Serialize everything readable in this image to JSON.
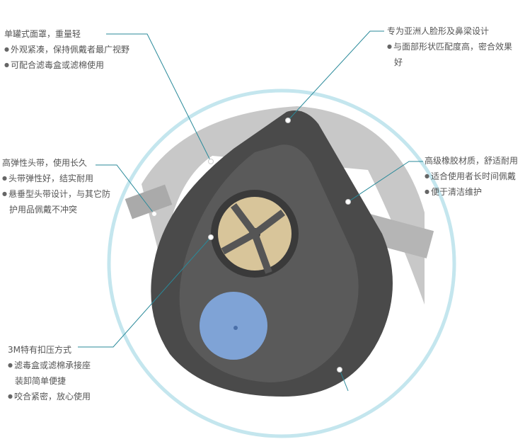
{
  "callouts": {
    "top_left": {
      "title": "单罐式面罩，重量轻",
      "bullets": [
        "外观紧凑，保持佩戴者最广视野",
        "可配合滤毒盒或滤棉使用"
      ]
    },
    "top_right": {
      "title": "专为亚洲人脸形及鼻梁设计",
      "bullets": [
        "与面部形状匹配度高，密合效果",
        "好"
      ]
    },
    "mid_left": {
      "title": "高弹性头带，使用长久",
      "bullets": [
        "头带弹性好，结实耐用",
        "悬垂型头带设计，与其它防",
        "护用品佩戴不冲突"
      ]
    },
    "mid_right": {
      "title": "高级橡胶材质，舒适耐用",
      "bullets": [
        "适合使用者长时间佩戴",
        "便于清洁维护"
      ]
    },
    "bottom_left": {
      "title": "3M特有扣压方式",
      "bullets": [
        "滤毒盒或滤棉承接座",
        "装卸简单便捷",
        "咬合紧密，放心使用"
      ]
    }
  },
  "colors": {
    "line": "#2a8a9a",
    "ring": "#c4e6ee",
    "mask": "#4a4a4a",
    "filter": "#d8c59a",
    "valve": "#7fa3d6"
  }
}
